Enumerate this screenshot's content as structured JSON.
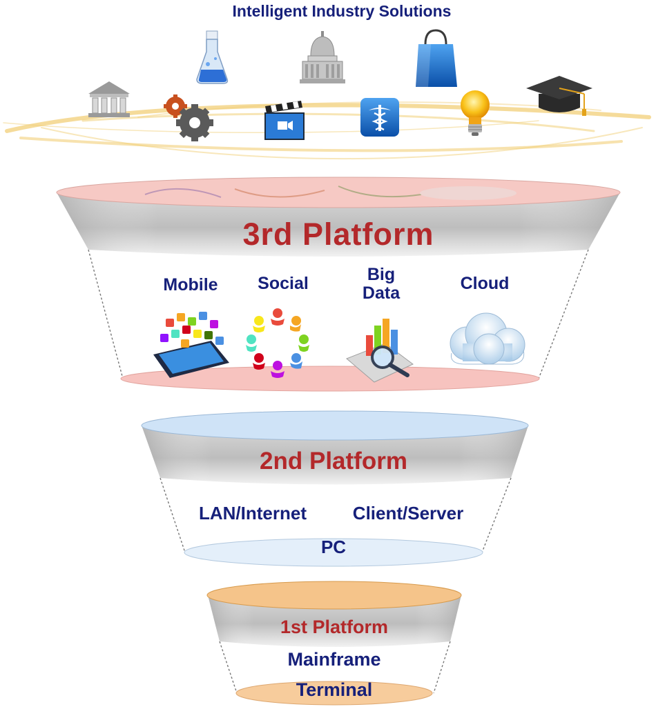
{
  "header": {
    "title": "Intelligent Industry Solutions"
  },
  "industry_icons": [
    "bank-icon",
    "flask-icon",
    "capitol-icon",
    "shopping-bag-icon",
    "gears-icon",
    "clapperboard-icon",
    "medical-caduceus-icon",
    "lightbulb-icon",
    "graduation-cap-icon"
  ],
  "platforms": {
    "third": {
      "title": "3rd Platform",
      "pillars": [
        {
          "label": "Mobile",
          "icon": "tablet-apps-icon"
        },
        {
          "label": "Social",
          "icon": "people-circle-icon"
        },
        {
          "label": "Big Data",
          "icon": "data-chart-magnifier-icon"
        },
        {
          "label": "Cloud",
          "icon": "cloud-icon"
        }
      ]
    },
    "second": {
      "title": "2nd Platform",
      "items": [
        "LAN/Internet",
        "Client/Server",
        "PC"
      ]
    },
    "first": {
      "title": "1st Platform",
      "items": [
        "Mainframe",
        "Terminal"
      ]
    }
  },
  "colors": {
    "label_navy": "#16207a",
    "title_red": "#b3282a",
    "third_top": "#f6c9c4",
    "third_bottom": "#f7c3bf",
    "second_top": "#cfe3f7",
    "second_bottom": "#e4effa",
    "first_top": "#f5c48a",
    "first_bottom": "#f7cc9c",
    "band_gray": "#c9c9c9",
    "orbit_gold": "#f1cf78"
  }
}
